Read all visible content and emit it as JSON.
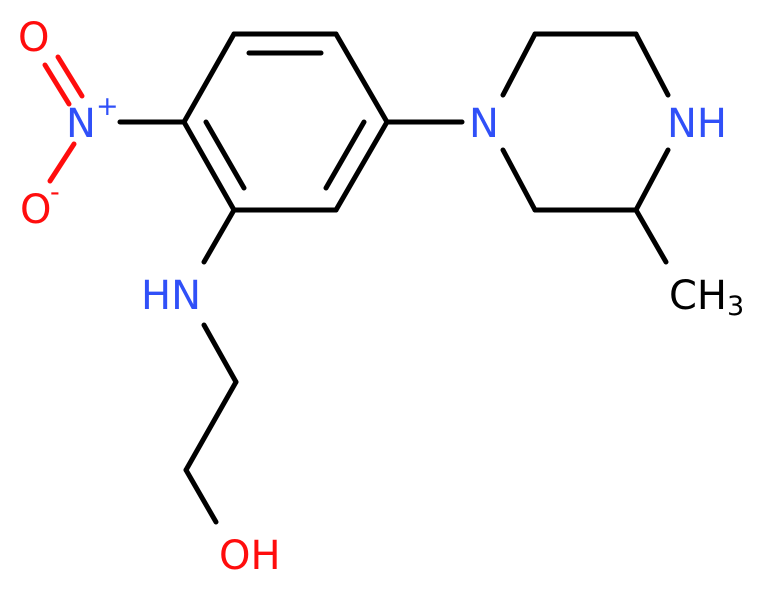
{
  "structure": {
    "atoms": {
      "o_top": "O",
      "n_nitro": "N",
      "n_nitro_charge": "+",
      "o_bottom": "O",
      "o_bottom_charge": "-",
      "nh_aniline": "HN",
      "n_piperazine": "N",
      "nh_piperazine": "NH",
      "methyl_c": "CH",
      "methyl_sub": "3",
      "hydroxyl": "OH"
    },
    "colors": {
      "bond": "#000000",
      "oxygen": "#ff0d0d",
      "nitrogen": "#3050f8",
      "carbon": "#000000",
      "background": "#ffffff"
    }
  }
}
